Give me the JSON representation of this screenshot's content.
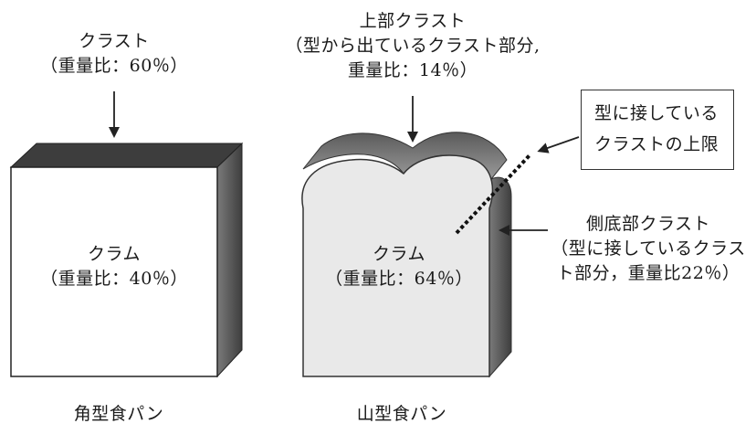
{
  "square_loaf": {
    "crust_label": "クラスト",
    "crust_ratio": "（重量比：60％）",
    "crumb_label": "クラム",
    "crumb_ratio": "（重量比：40％）",
    "caption": "角型食パン"
  },
  "mountain_loaf": {
    "top_crust_title": "上部クラスト",
    "top_crust_desc": "（型から出ているクラスト部分,",
    "top_crust_ratio": "重量比：14％）",
    "callout_line1": "型に接している",
    "callout_line2": "クラストの上限",
    "crumb_label": "クラム",
    "crumb_ratio": "（重量比：64％）",
    "side_crust_title": "側底部クラスト",
    "side_crust_desc1": "（型に接しているクラス",
    "side_crust_desc2": "ト部分，重量比22％）",
    "caption": "山型食パン"
  },
  "colors": {
    "crust_dark": "#3d3d3d",
    "crust_side": "#555555",
    "crumb_white": "#ffffff",
    "crumb_gray": "#e9e9e9",
    "outline": "#222222"
  }
}
